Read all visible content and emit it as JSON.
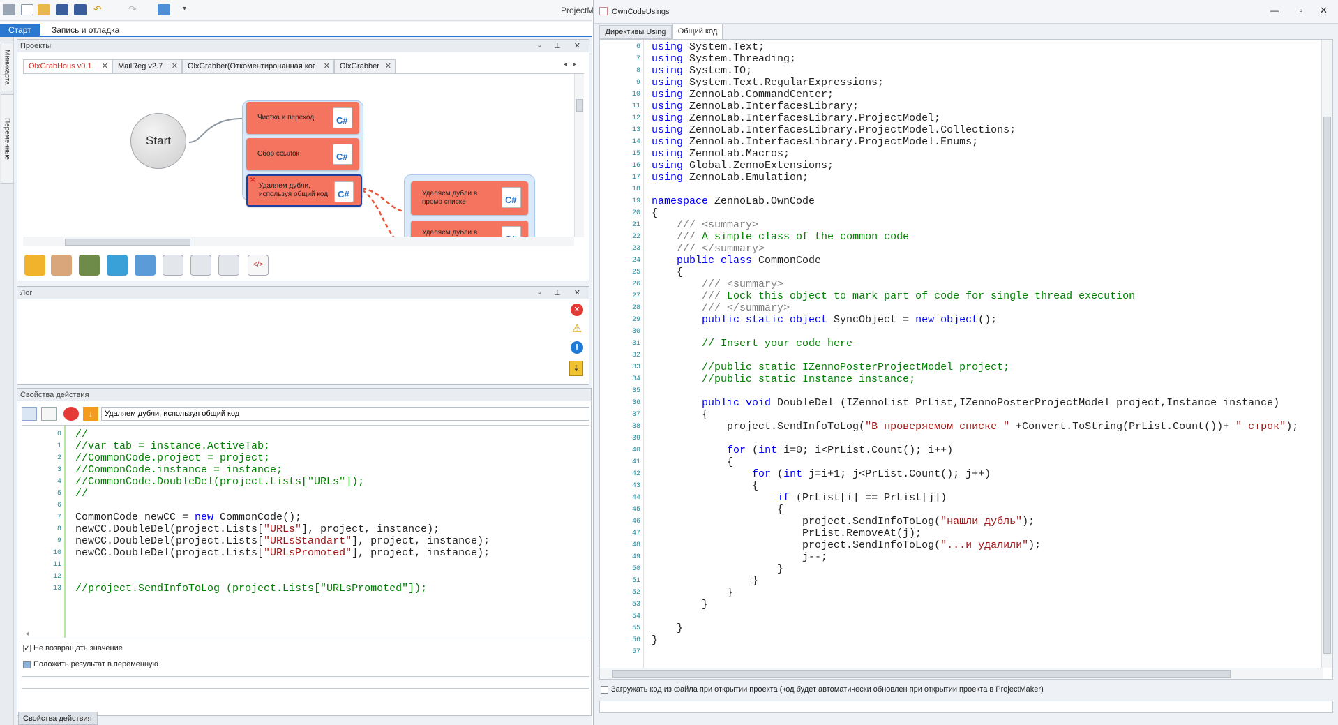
{
  "left_window": {
    "title_partial": "ProjectM",
    "ribbon_tabs": [
      "Старт",
      "Запись и отладка"
    ],
    "side_tabs": [
      "Миникарта",
      "Переменные"
    ]
  },
  "projects_panel": {
    "title": "Проекты",
    "tabs": [
      {
        "label": "OlxGrabHous v0.1",
        "close": "✕"
      },
      {
        "label": "MailReg v2.7",
        "close": "✕"
      },
      {
        "label": "OlxGrabber(Откоментиронанная ког",
        "close": "✕"
      },
      {
        "label": "OlxGrabber",
        "close": "✕"
      }
    ],
    "start_label": "Start",
    "nodes": [
      "Чистка и переход",
      "Сбор ссылок",
      "Удаляем дубли, используя общий код",
      "Удаляем дубли в промо списке",
      "Удаляем дубли в общем списке"
    ],
    "cs_label": "C#"
  },
  "log_panel": {
    "title": "Лог"
  },
  "props_panel": {
    "title": "Свойства действия",
    "action_name": "Удаляем дубли, используя общий код",
    "line_numbers": [
      "0",
      "1",
      "2",
      "3",
      "4",
      "5",
      "6",
      "7",
      "8",
      "9",
      "10",
      "11",
      "12",
      "13"
    ],
    "checkbox1": "Не возвращать значение",
    "checkbox2": "Положить результат в переменную",
    "bottom_tab": "Свойства действия"
  },
  "right_window": {
    "title": "OwnCodeUsings",
    "tabs": [
      "Директивы Using",
      "Общий код"
    ],
    "line_numbers": [
      "6",
      "7",
      "8",
      "9",
      "10",
      "11",
      "12",
      "13",
      "14",
      "15",
      "16",
      "17",
      "18",
      "19",
      "20",
      "21",
      "22",
      "23",
      "24",
      "25",
      "26",
      "27",
      "28",
      "29",
      "30",
      "31",
      "32",
      "33",
      "34",
      "35",
      "36",
      "37",
      "38",
      "39",
      "40",
      "41",
      "42",
      "43",
      "44",
      "45",
      "46",
      "47",
      "48",
      "49",
      "50",
      "51",
      "52",
      "53",
      "54",
      "55",
      "56",
      "57"
    ],
    "footer_checkbox": "Загружать код из файла при открытии проекта (код будет автоматически обновлен при открытии проекта в ProjectMaker)"
  },
  "colors": {
    "accent": "#2b78d0",
    "node": "#f5745f",
    "group": "#dbeafa"
  }
}
